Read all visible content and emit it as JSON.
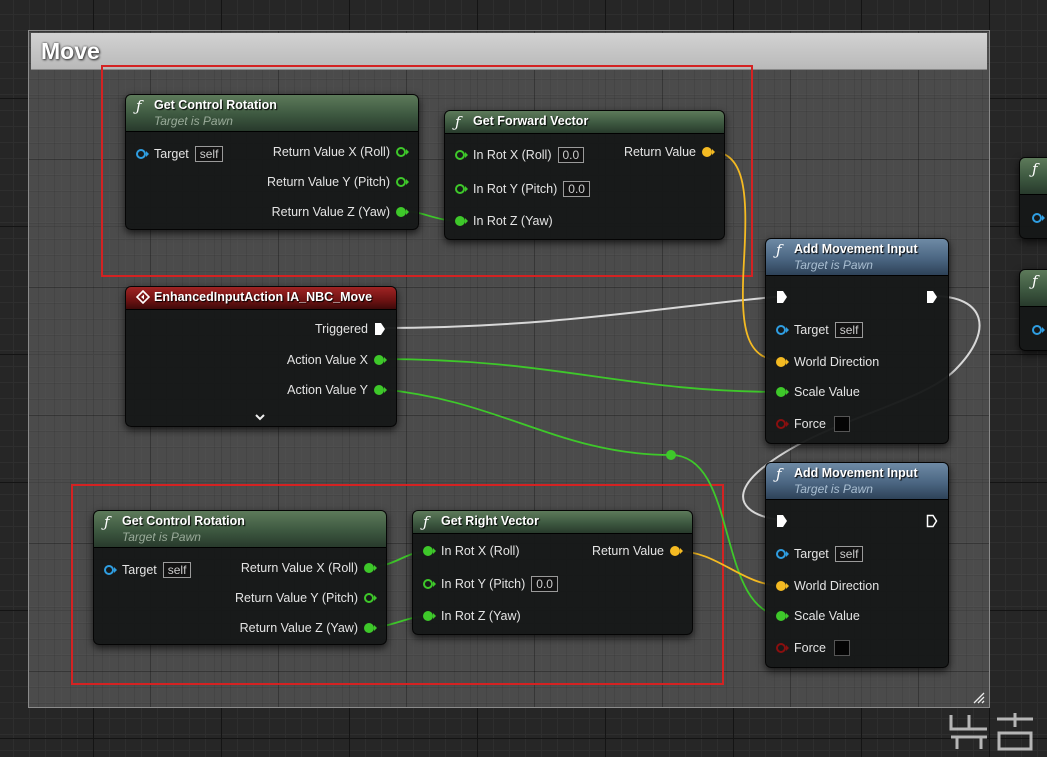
{
  "comment": {
    "title": "Move"
  },
  "strings": {
    "target_is_pawn": "Target is Pawn",
    "self": "self"
  },
  "nodes": {
    "gcr1": {
      "title": "Get Control Rotation",
      "target": "Target",
      "rx": "Return Value X (Roll)",
      "ry": "Return Value Y (Pitch)",
      "rz": "Return Value Z (Yaw)"
    },
    "gfv": {
      "title": "Get Forward Vector",
      "in_x": "In Rot X (Roll)",
      "in_x_val": "0.0",
      "in_y": "In Rot Y (Pitch)",
      "in_y_val": "0.0",
      "in_z": "In Rot Z (Yaw)",
      "ret": "Return Value"
    },
    "event": {
      "title": "EnhancedInputAction IA_NBC_Move",
      "triggered": "Triggered",
      "avx": "Action Value X",
      "avy": "Action Value Y"
    },
    "ami1": {
      "title": "Add Movement Input",
      "target": "Target",
      "world_dir": "World Direction",
      "scale": "Scale Value",
      "force": "Force"
    },
    "gcr2": {
      "title": "Get Control Rotation",
      "target": "Target",
      "rx": "Return Value X (Roll)",
      "ry": "Return Value Y (Pitch)",
      "rz": "Return Value Z (Yaw)"
    },
    "grv": {
      "title": "Get Right Vector",
      "in_x": "In Rot X (Roll)",
      "in_y": "In Rot Y (Pitch)",
      "in_y_val": "0.0",
      "in_z": "In Rot Z (Yaw)",
      "ret": "Return Value"
    },
    "ami2": {
      "title": "Add Movement Input",
      "target": "Target",
      "world_dir": "World Direction",
      "scale": "Scale Value",
      "force": "Force"
    }
  },
  "colors": {
    "float_pin": "#3ec82a",
    "vector_pin": "#f4ba22",
    "object_pin": "#2f9ee2",
    "bool_pin": "#8a0f0f",
    "exec_pin": "#ffffff",
    "highlight_box": "#d42222",
    "function_header": "#3d5840",
    "target_function_header": "#4b6682",
    "event_header": "#6e1212"
  },
  "icons": [
    "function-icon",
    "event-icon",
    "exec-pin-icon",
    "chevron-down-icon",
    "resize-grip-icon"
  ]
}
